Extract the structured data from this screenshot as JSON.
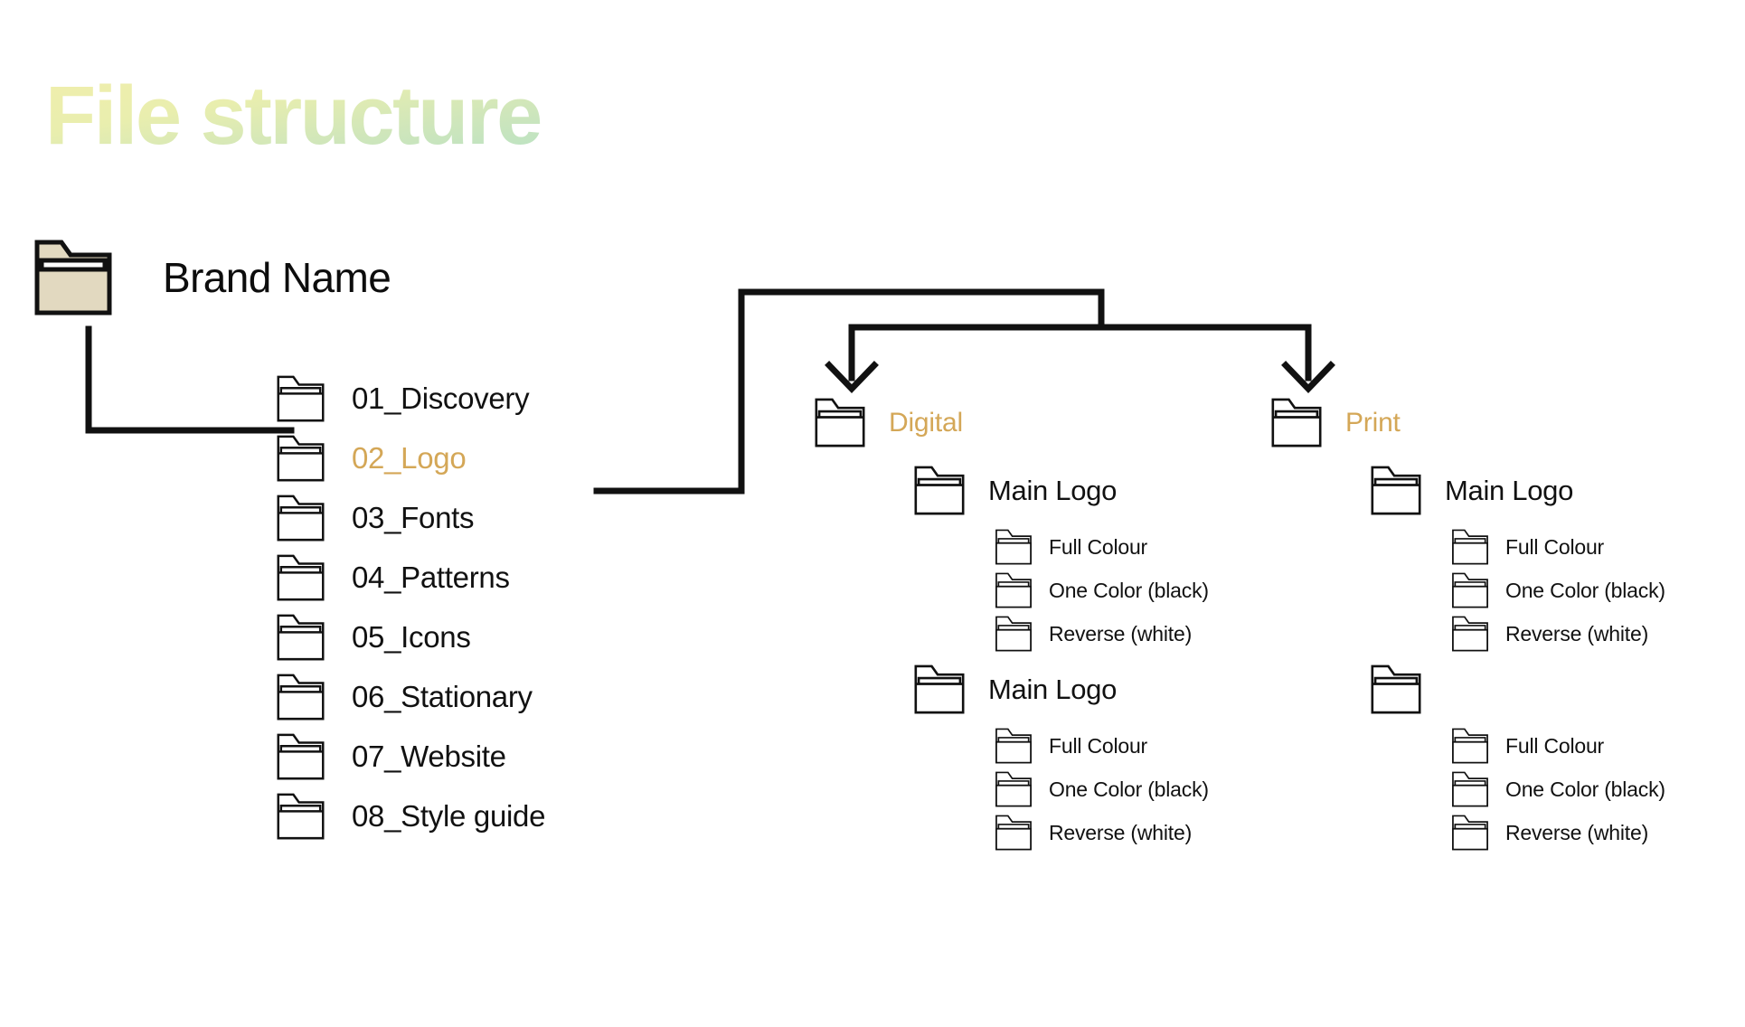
{
  "title": "File structure",
  "colors": {
    "accent": "#d4a757",
    "text": "#111111",
    "line": "#111111",
    "root_folder_fill": "#e2d9c0",
    "title_gradient_start": "#f0eeac",
    "title_gradient_end": "#b9e2c4"
  },
  "root": {
    "label": "Brand Name",
    "icon": "folder-icon"
  },
  "level1": {
    "items": [
      {
        "label": "01_Discovery",
        "accent": false,
        "icon": "folder-icon"
      },
      {
        "label": "02_Logo",
        "accent": true,
        "icon": "folder-icon"
      },
      {
        "label": "03_Fonts",
        "accent": false,
        "icon": "folder-icon"
      },
      {
        "label": "04_Patterns",
        "accent": false,
        "icon": "folder-icon"
      },
      {
        "label": "05_Icons",
        "accent": false,
        "icon": "folder-icon"
      },
      {
        "label": "06_Stationary",
        "accent": false,
        "icon": "folder-icon"
      },
      {
        "label": "07_Website",
        "accent": false,
        "icon": "folder-icon"
      },
      {
        "label": "08_Style guide",
        "accent": false,
        "icon": "folder-icon"
      }
    ]
  },
  "branches": [
    {
      "name": "digital",
      "label": "Digital",
      "accent": true,
      "icon": "folder-icon",
      "groups": [
        {
          "label": "Main Logo",
          "icon": "folder-icon",
          "children": [
            {
              "label": "Full Colour",
              "icon": "folder-icon"
            },
            {
              "label": "One Color (black)",
              "icon": "folder-icon"
            },
            {
              "label": "Reverse (white)",
              "icon": "folder-icon"
            }
          ]
        },
        {
          "label": "Main Logo",
          "icon": "folder-icon",
          "children": [
            {
              "label": "Full Colour",
              "icon": "folder-icon"
            },
            {
              "label": "One Color (black)",
              "icon": "folder-icon"
            },
            {
              "label": "Reverse (white)",
              "icon": "folder-icon"
            }
          ]
        }
      ]
    },
    {
      "name": "print",
      "label": "Print",
      "accent": true,
      "icon": "folder-icon",
      "groups": [
        {
          "label": "Main Logo",
          "icon": "folder-icon",
          "children": [
            {
              "label": "Full Colour",
              "icon": "folder-icon"
            },
            {
              "label": "One Color (black)",
              "icon": "folder-icon"
            },
            {
              "label": "Reverse (white)",
              "icon": "folder-icon"
            }
          ]
        },
        {
          "label": "",
          "icon": "folder-icon",
          "children": [
            {
              "label": "Full Colour",
              "icon": "folder-icon"
            },
            {
              "label": "One Color (black)",
              "icon": "folder-icon"
            },
            {
              "label": "Reverse (white)",
              "icon": "folder-icon"
            }
          ]
        }
      ]
    }
  ]
}
